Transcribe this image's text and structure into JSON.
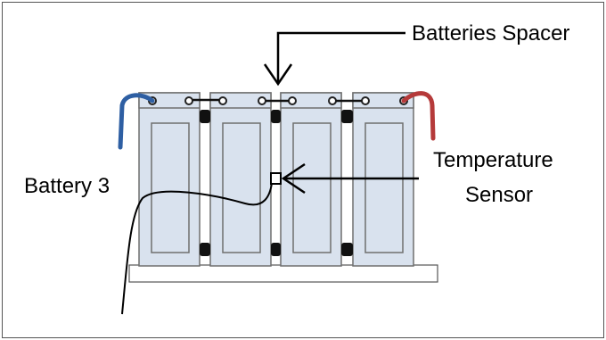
{
  "labels": {
    "batteries_spacer": "Batteries Spacer",
    "battery": "Battery 3",
    "temperature": "Temperature",
    "sensor": "Sensor"
  },
  "colors": {
    "battery_fill": "#d9e2ee",
    "battery_stroke": "#6f6f6f",
    "negative_cable": "#2e5fa3",
    "positive_cable": "#b53a3a",
    "line": "#000000"
  },
  "diagram": {
    "battery_count": 4,
    "icons": [
      "terminal-icon",
      "spacer-block-icon",
      "sensor-box-icon"
    ]
  }
}
